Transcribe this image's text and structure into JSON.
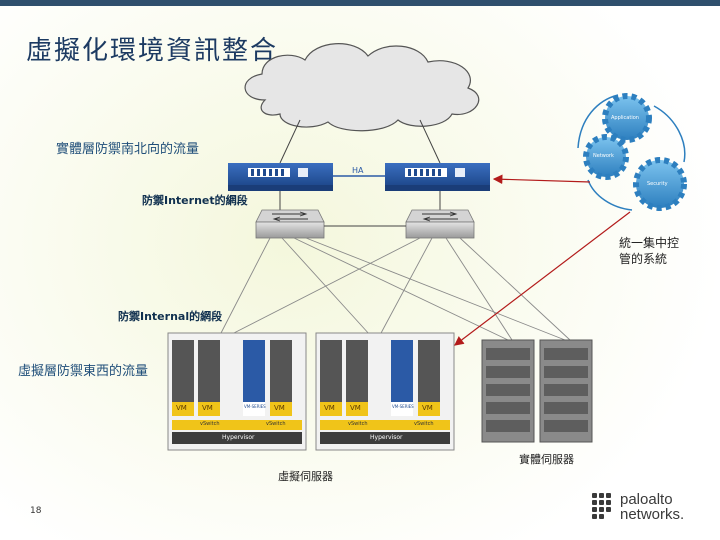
{
  "title": "虛擬化環境資訊整合",
  "labels": {
    "north_south": "實體層防禦南北向的流量",
    "ha": "HA",
    "internet_zone": "防禦Internet的網段",
    "internal_zone": "防禦Internal的網段",
    "east_west": "虛擬層防禦東西的流量",
    "central_mgmt_line1": "統一集中控",
    "central_mgmt_line2": "管的系統",
    "physical_servers": "實體伺服器",
    "virtual_servers": "虛擬伺服器"
  },
  "gears": {
    "application": "Application",
    "network": "Network",
    "security": "Security"
  },
  "hosts": [
    {
      "vm_labels": [
        "VM",
        "VM",
        "VM"
      ],
      "series_label": "VM-SERIES",
      "vswitch_left": "vSwitch",
      "vswitch_right": "vSwitch",
      "hypervisor": "Hypervisor"
    },
    {
      "vm_labels": [
        "VM",
        "VM",
        "VM"
      ],
      "series_label": "VM-SERIES",
      "vswitch_left": "vSwitch",
      "vswitch_right": "vSwitch",
      "hypervisor": "Hypervisor"
    }
  ],
  "page_number": "18",
  "logo": {
    "line1": "paloalto",
    "line2": "networks."
  },
  "colors": {
    "title": "#1c3a62",
    "firewall": "#2b5aa6",
    "gear": "#4a9fd6",
    "vm": "#f0c419",
    "hypervisor": "#3d3d3d",
    "arrow": "#b31b1b"
  }
}
